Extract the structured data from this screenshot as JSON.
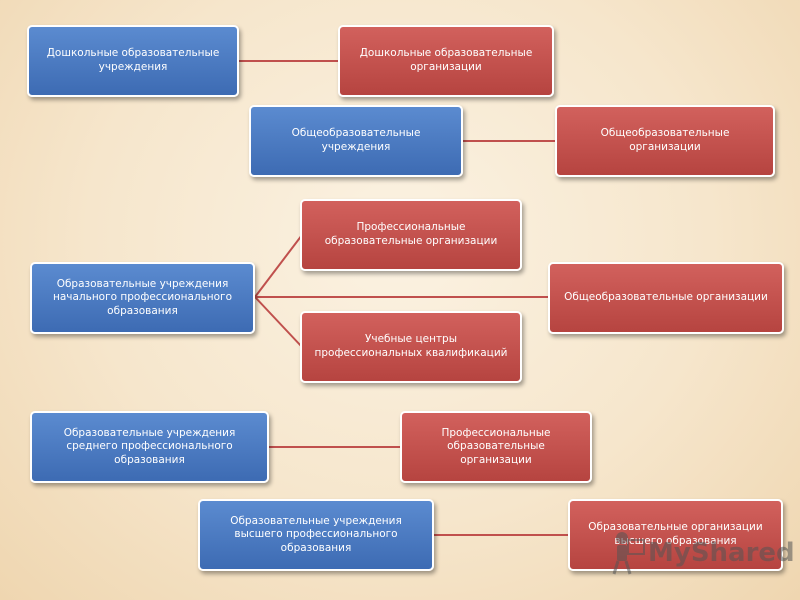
{
  "boxes": {
    "b1": "Дошкольные образовательные учреждения",
    "r1": "Дошкольные образовательные организации",
    "b2": "Общеобразовательные учреждения",
    "r2": "Общеобразовательные организации",
    "b3": "Образовательные учреждения начального профессионального образования",
    "r3a": "Профессиональные образовательные организации",
    "r3b": "Общеобразовательные организации",
    "r3c": "Учебные центры профессиональных квалификаций",
    "b4": "Образовательные учреждения среднего профессионального образования",
    "r4": "Профессиональные образовательные организации",
    "b5": "Образовательные учреждения высшего профессионального образования",
    "r5": "Образовательные организации высшего образования"
  },
  "colors": {
    "blue": "#4a7bc4",
    "red": "#c0504d",
    "connector": "#c0504d"
  },
  "watermark": {
    "text": "MyShared",
    "icon": "presenter-icon"
  }
}
